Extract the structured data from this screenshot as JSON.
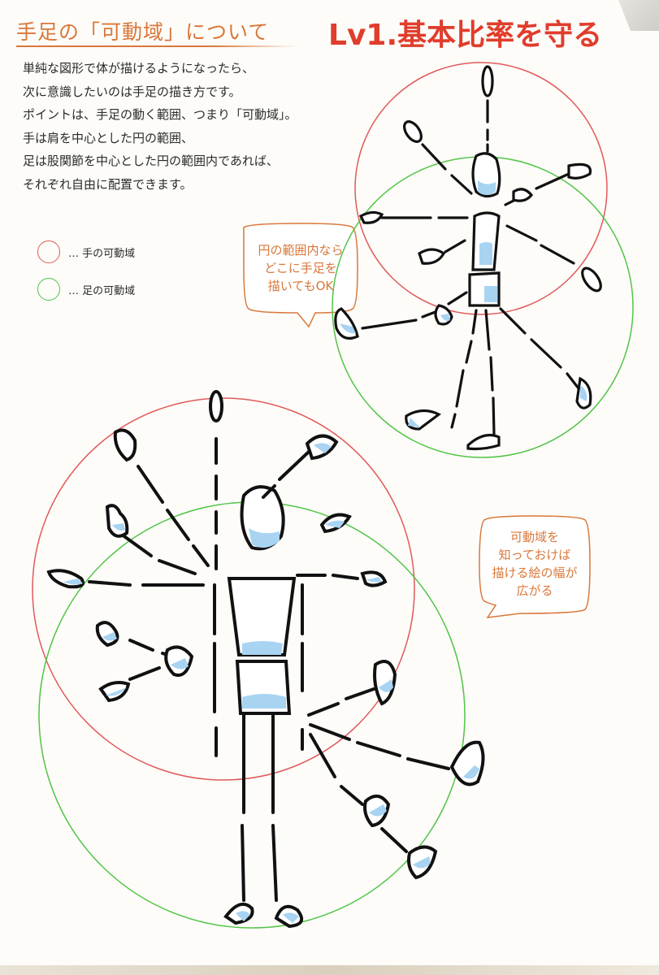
{
  "header": {
    "title": "手足の「可動域」について",
    "level_title": "Lv1.基本比率を守る"
  },
  "description": [
    "単純な図形で体が描けるようになったら、",
    "次に意識したいのは手足の描き方です。",
    "ポイントは、手足の動く範囲、つまり「可動域」。",
    "手は肩を中心とした円の範囲、",
    "足は股関節を中心とした円の範囲内であれば、",
    "それぞれ自由に配置できます。"
  ],
  "legend": {
    "hand_label": "… 手の可動域",
    "foot_label": "… 足の可動域"
  },
  "bubbles": {
    "top": [
      "円の範囲内なら",
      "どこに手足を",
      "描いてもOK"
    ],
    "bottom": [
      "可動域を",
      "知っておけば",
      "描ける絵の幅が",
      "広がる"
    ]
  },
  "colors": {
    "hand_circle": "#e05a5a",
    "foot_circle": "#52c446",
    "accent": "#d9773a",
    "level_red": "#e03d2c",
    "shade": "#a8d4f2"
  }
}
